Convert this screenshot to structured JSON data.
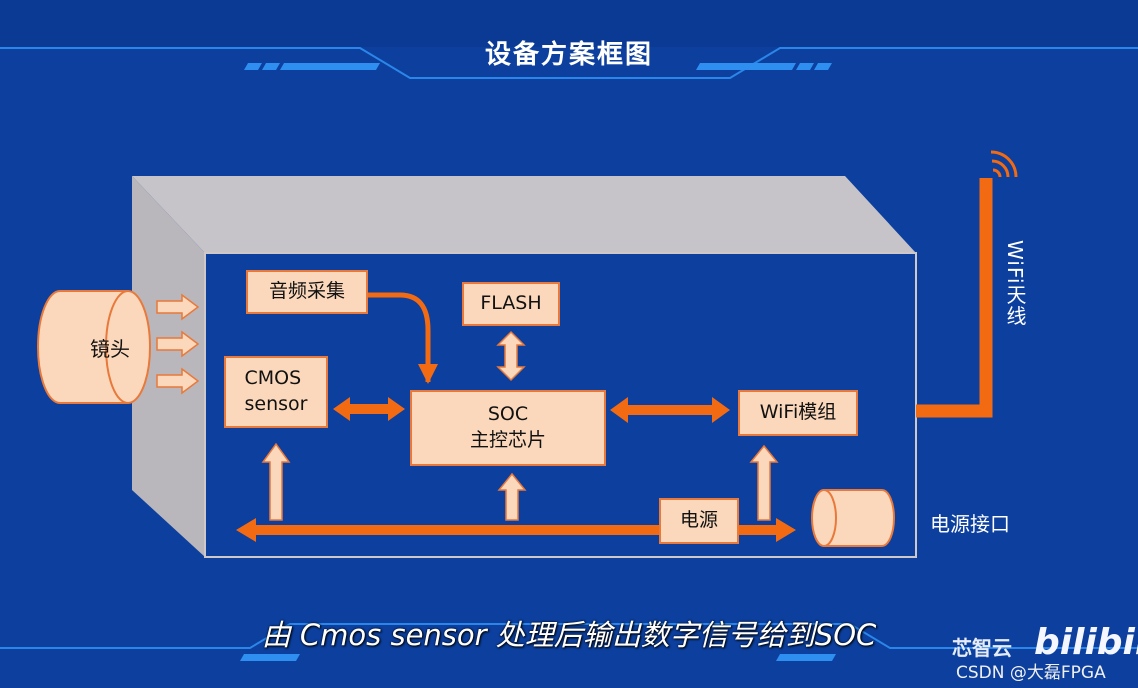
{
  "header": {
    "title": "设备方案框图"
  },
  "diagram": {
    "lens_label": "镜头",
    "audio_label": "音频采集",
    "flash_label": "FLASH",
    "cmos_label": "CMOS\nsensor",
    "soc_label": "SOC\n主控芯片",
    "wifi_module_label": "WiFi模组",
    "power_label": "电源",
    "power_port_label": "电源接口",
    "wifi_antenna_label": "WiFi天线"
  },
  "subtitle": "由 Cmos sensor 处理后输出数字信号给到SOC",
  "watermark": {
    "brand": "芯智云",
    "platform": "bilibili",
    "csdn": "CSDN @大磊FPGA"
  },
  "colors": {
    "background": "#0c3f9e",
    "accent_orange": "#f26b13",
    "box_fill": "#fbd8bc",
    "box_gray": "#c6c4c8"
  }
}
